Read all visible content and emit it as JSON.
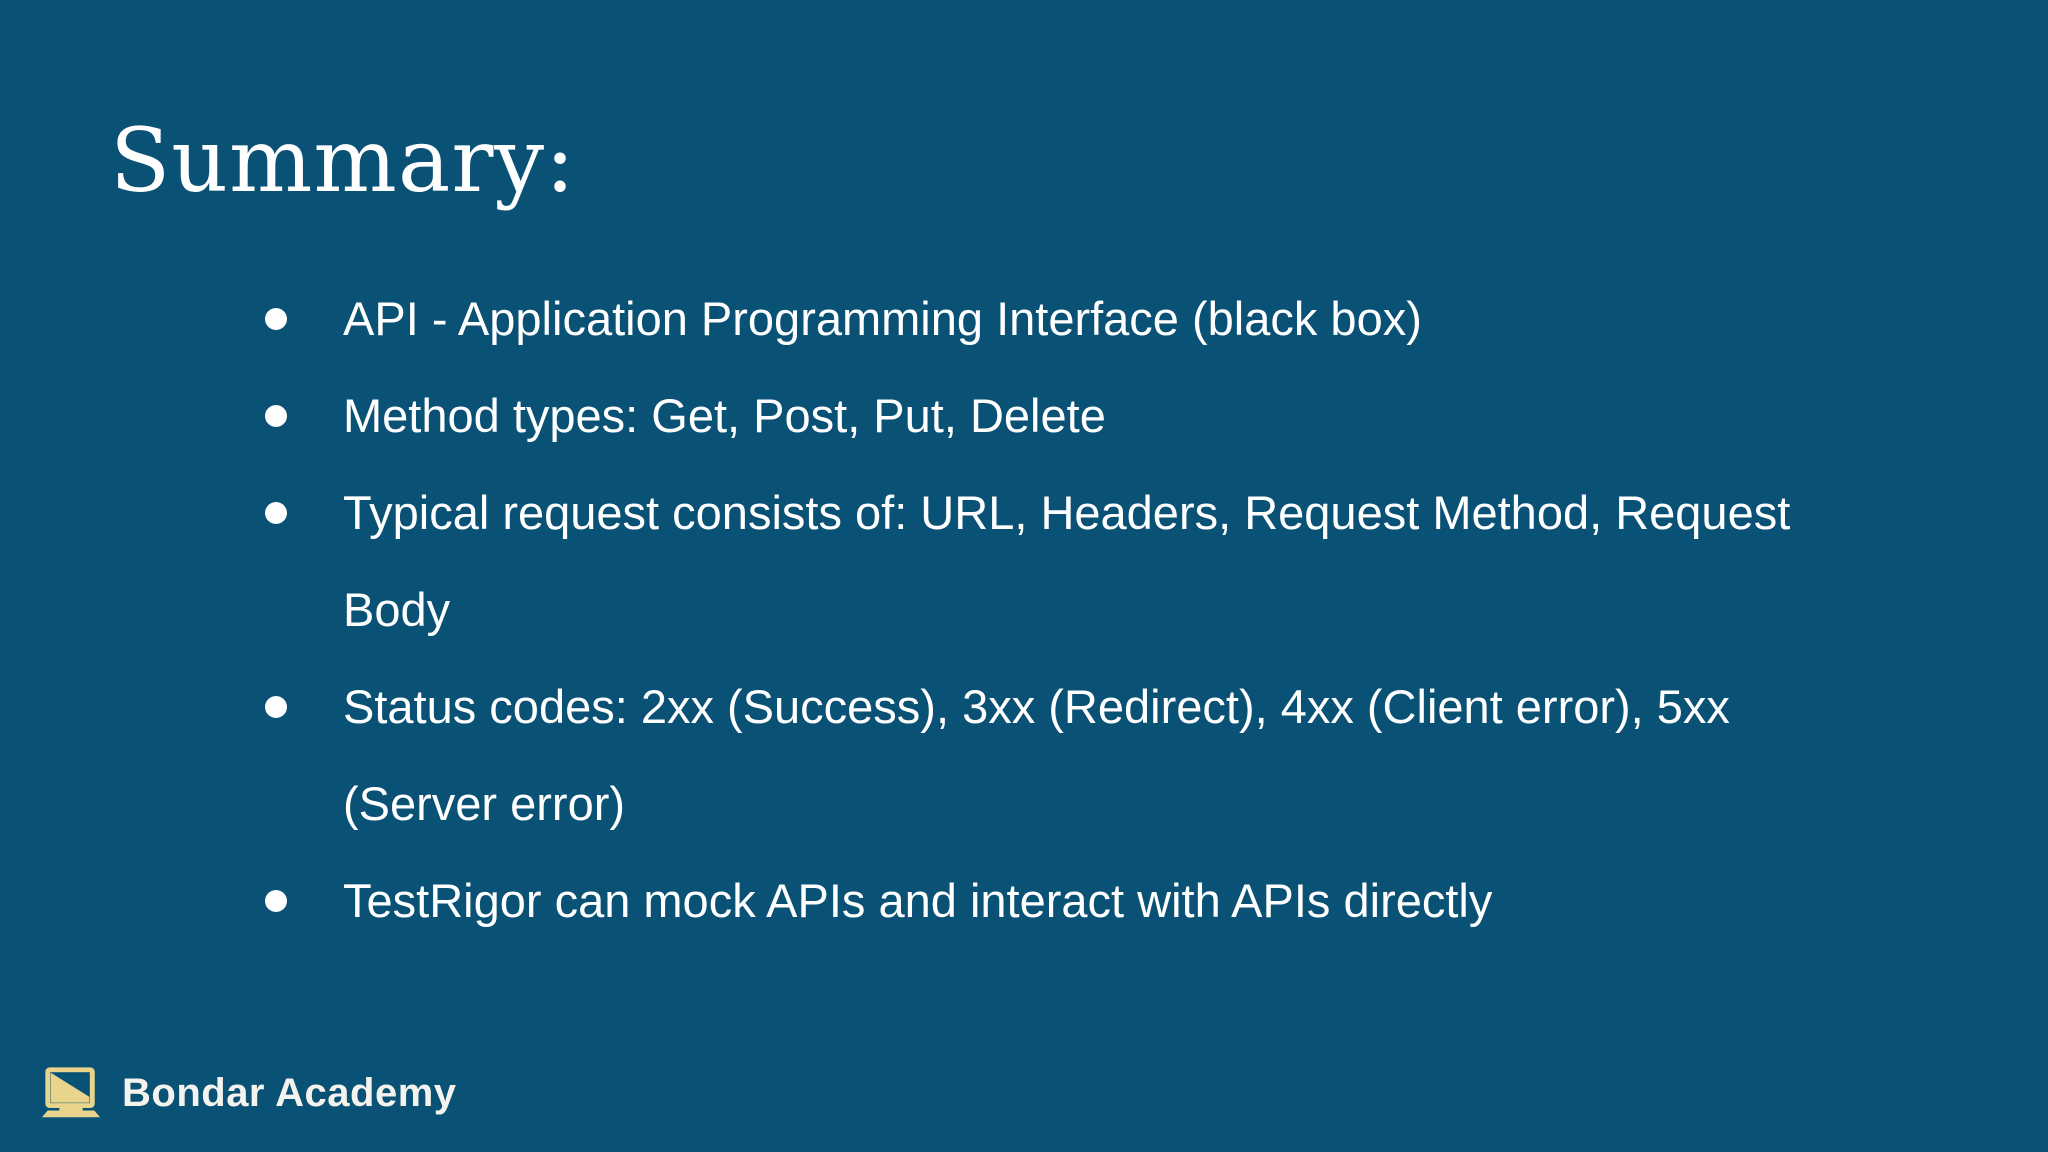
{
  "slide": {
    "title": "Summary:",
    "bullets": [
      "API - Application Programming Interface (black box)",
      "Method types: Get, Post, Put, Delete",
      "Typical request consists of: URL, Headers, Request Method, Request Body",
      "Status codes: 2xx (Success), 3xx (Redirect), 4xx (Client error), 5xx (Server error)",
      "TestRigor can mock APIs and interact with APIs directly"
    ],
    "footer": {
      "brand": "Bondar Academy",
      "logo_icon": "laptop-icon"
    },
    "colors": {
      "background": "#0a5176",
      "text": "#ffffff",
      "logo_gold": "#e8d48b"
    }
  }
}
